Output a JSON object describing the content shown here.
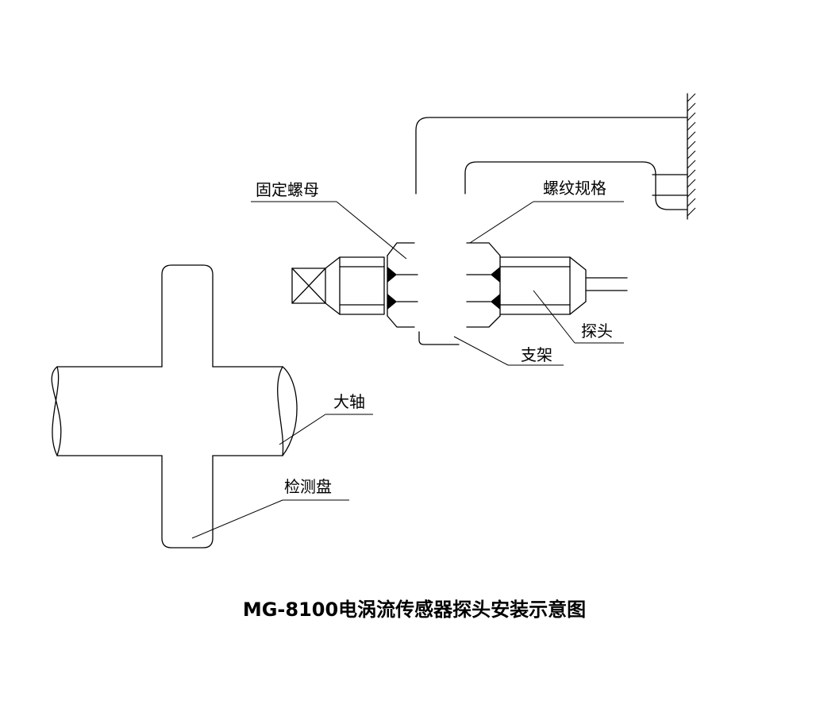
{
  "labels": {
    "fixing_nut": "固定螺母",
    "thread_spec": "螺纹规格",
    "probe": "探头",
    "bracket": "支架",
    "main_shaft": "大轴",
    "detection_disc": "检测盘"
  },
  "caption": "MG-8100电涡流传感器探头安装示意图",
  "colors": {
    "line": "#000000",
    "background": "#ffffff"
  }
}
